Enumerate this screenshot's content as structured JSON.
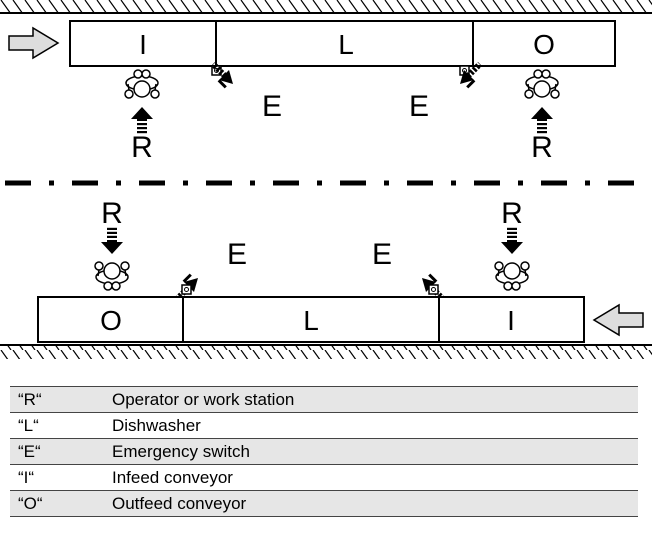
{
  "diagram": {
    "top_line": {
      "conveyor_labels": [
        "I",
        "L",
        "O"
      ],
      "operator_labels": [
        "R",
        "R"
      ],
      "emergency_labels": [
        "E",
        "E"
      ],
      "flow_arrow": "right-arrow-icon"
    },
    "bottom_line": {
      "conveyor_labels": [
        "O",
        "L",
        "I"
      ],
      "operator_labels": [
        "R",
        "R"
      ],
      "emergency_labels": [
        "E",
        "E"
      ],
      "flow_arrow": "left-arrow-icon"
    }
  },
  "legend": [
    {
      "code": "“R“",
      "description": "Operator or work station"
    },
    {
      "code": "“L“",
      "description": "Dishwasher"
    },
    {
      "code": "“E“",
      "description": "Emergency switch"
    },
    {
      "code": "“I“",
      "description": "Infeed conveyor"
    },
    {
      "code": "“O“",
      "description": "Outfeed conveyor"
    }
  ]
}
